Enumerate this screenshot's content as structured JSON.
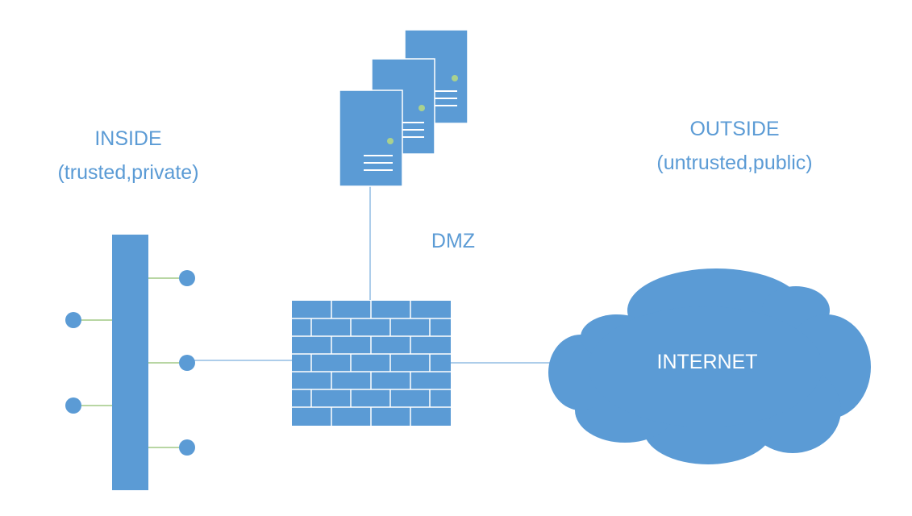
{
  "zones": {
    "inside": {
      "title": "INSIDE",
      "subtitle": "(trusted,private)"
    },
    "outside": {
      "title": "OUTSIDE",
      "subtitle": "(untrusted,public)"
    },
    "dmz": {
      "title": "DMZ"
    }
  },
  "internet": {
    "label": "INTERNET"
  },
  "colors": {
    "accent": "#5b9bd5",
    "green_link": "#70ad47",
    "white": "#ffffff",
    "server_led": "#a9d18e"
  },
  "icons": {
    "servers": "server-stack-icon",
    "firewall": "brick-firewall-icon",
    "cloud": "cloud-icon",
    "switch": "network-bus-icon",
    "host": "host-node-icon"
  }
}
